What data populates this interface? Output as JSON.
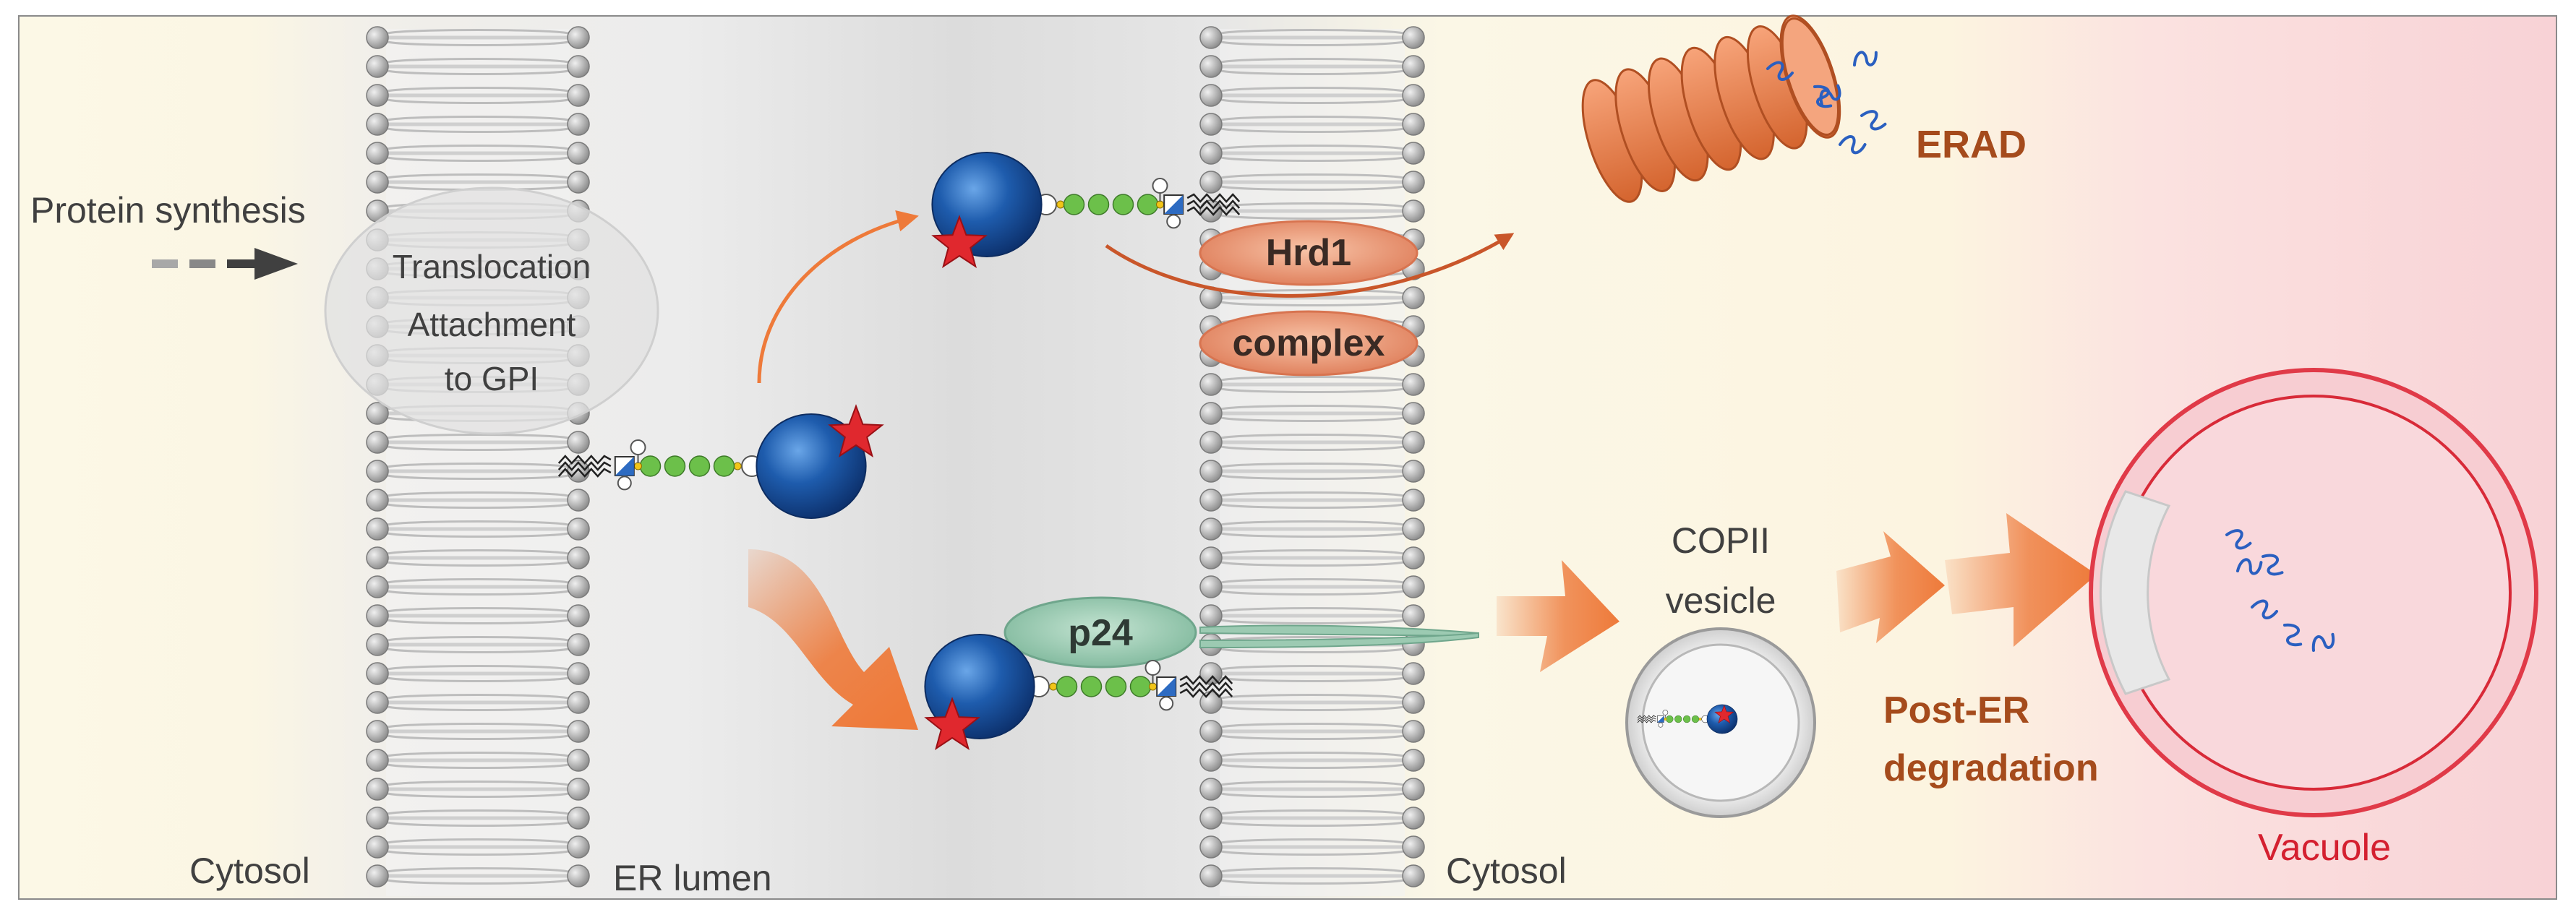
{
  "labels": {
    "protein_synthesis": "Protein synthesis",
    "translocation_line1": "Translocation",
    "translocation_line2": "Attachment",
    "translocation_line3": "to GPI",
    "hrd1": "Hrd1",
    "complex": "complex",
    "erad": "ERAD",
    "p24": "p24",
    "copii_line1": "COPII",
    "copii_line2": "vesicle",
    "post_er_line1": "Post-ER",
    "post_er_line2": "degradation",
    "vacuole": "Vacuole",
    "cytosol_left": "Cytosol",
    "er_lumen": "ER lumen",
    "cytosol_right": "Cytosol"
  },
  "colors": {
    "cytosol_bg": "#fcf8e6",
    "lumen_bg": "#e4e4e4",
    "vacuole_bg": "#f8d0d4",
    "arrow_orange": "#ee7a3a",
    "hrd1": "#e8855e",
    "p24": "#8cc4a8",
    "protein_blue": "#1d5aa8",
    "star_red": "#e0282e",
    "vacuole_ring": "#e0323e",
    "erad_text": "#a54b1c",
    "vacuole_text": "#d42030",
    "text_dark": "#404040",
    "glycan_green": "#6cc04a",
    "glycan_yellow": "#f2c518"
  },
  "icons": {
    "protein": "blue-protein-sphere-icon",
    "misfold_marker": "red-star-icon",
    "proteasome": "proteasome-icon",
    "peptide_fragments": "peptide-fragment-icon"
  }
}
